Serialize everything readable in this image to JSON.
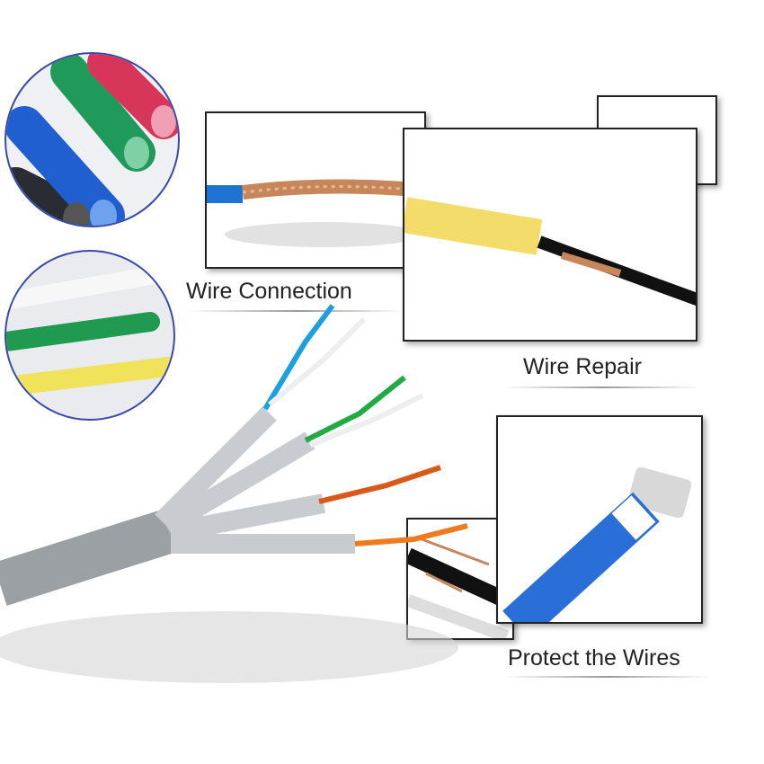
{
  "labels": {
    "connection": "Wire Connection",
    "repair": "Wire Repair",
    "protect": "Protect the Wires"
  },
  "colors": {
    "tube_black": "#2a2c33",
    "tube_blue": "#1f5fd0",
    "tube_green": "#1f9a5a",
    "tube_red": "#d8355a",
    "sleeve_yellow": "#f3dc6a",
    "sleeve_blue": "#2a6fd8",
    "copper": "#c7875a",
    "foil": "#c8ccd0"
  }
}
